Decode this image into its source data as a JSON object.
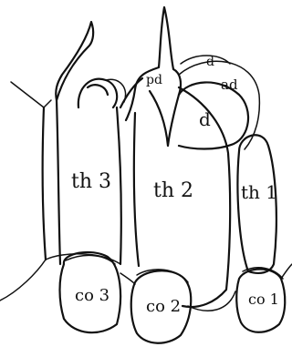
{
  "colors": {
    "ink": "#111111",
    "paper": "#ffffff"
  },
  "labels": {
    "th3": "th 3",
    "th2": "th 2",
    "th1": "th 1",
    "co3": "co 3",
    "co2": "co 2",
    "co1": "co 1",
    "pd": "pd",
    "d_small": "d",
    "ad": "ad",
    "d_large": "d"
  }
}
